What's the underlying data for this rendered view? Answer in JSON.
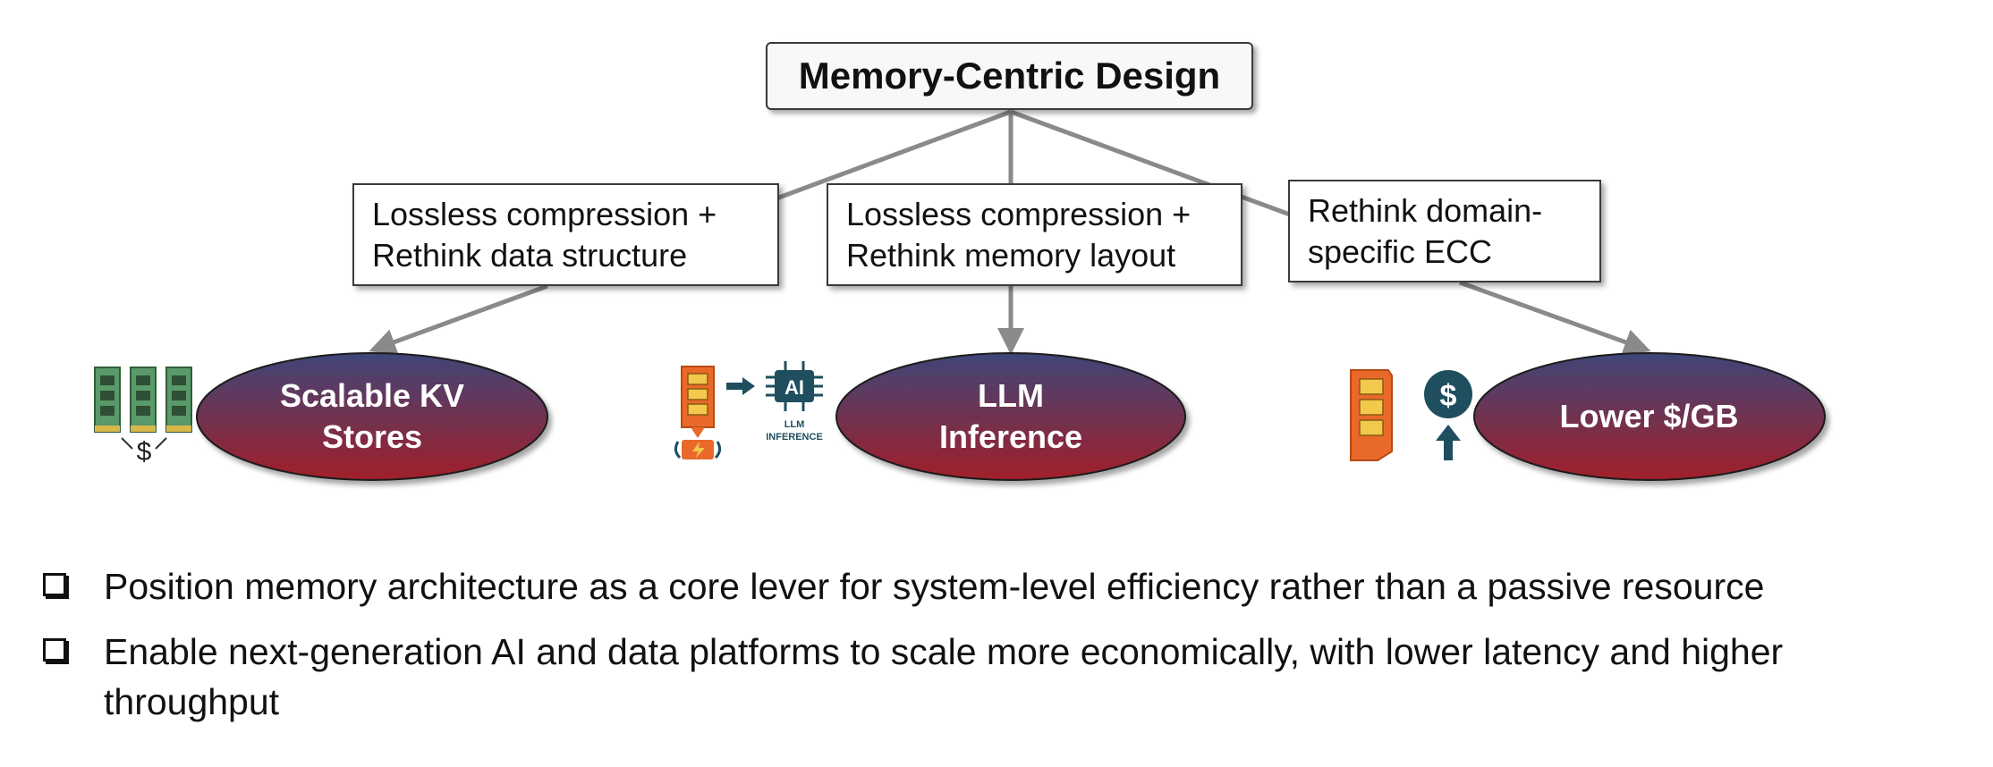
{
  "root": {
    "label": "Memory-Centric Design"
  },
  "branches": [
    {
      "lines": [
        "Lossless compression +",
        "Rethink data structure"
      ]
    },
    {
      "lines": [
        "Lossless compression +",
        "Rethink memory layout"
      ]
    },
    {
      "lines": [
        "Rethink domain-",
        "specific ECC"
      ]
    }
  ],
  "outcomes": [
    {
      "lines": [
        "Scalable KV",
        "Stores"
      ]
    },
    {
      "lines": [
        "LLM",
        "Inference"
      ]
    },
    {
      "lines": [
        "Lower $/GB"
      ]
    }
  ],
  "icons": {
    "kv": {
      "name": "memory-modules-cost-icon",
      "symbol": "$"
    },
    "llm": {
      "name": "ai-chip-llm-inference-icon",
      "chip_text": "AI",
      "caption_lines": [
        "LLM",
        "INFERENCE"
      ]
    },
    "lower": {
      "name": "memory-module-price-icon",
      "symbol": "$"
    }
  },
  "bullets": [
    {
      "text": "Position memory architecture as a core lever for system-level efficiency rather than a passive resource"
    },
    {
      "text": "Enable next-generation AI and data platforms to scale more economically, with lower latency and higher throughput"
    }
  ],
  "colors": {
    "oval_top": "#3f4678",
    "oval_bottom": "#a11f2a",
    "connector": "#8a8a8a",
    "icon_green": "#5a9a6a",
    "icon_orange": "#e8692a",
    "icon_yellow": "#f2c94c",
    "icon_teal": "#1f4e5f"
  }
}
